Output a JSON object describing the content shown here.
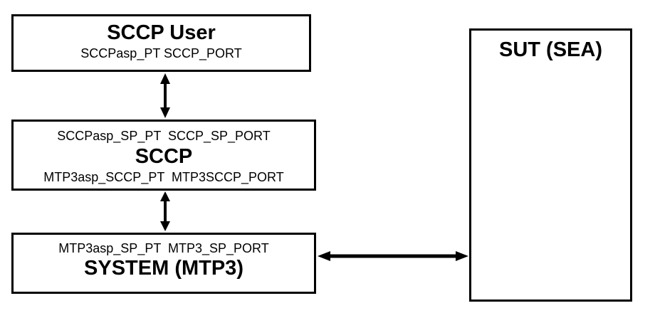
{
  "diagram": {
    "colors": {
      "ink": "#000000",
      "background": "#ffffff"
    },
    "boxes": {
      "sccp_user": {
        "title": "SCCP User",
        "ports": "SCCPasp_PT SCCP_PORT"
      },
      "sccp": {
        "top_ports": "SCCPasp_SP_PT  SCCP_SP_PORT",
        "title": "SCCP",
        "bottom_ports": "MTP3asp_SCCP_PT  MTP3SCCP_PORT"
      },
      "system_mtp3": {
        "ports": "MTP3asp_SP_PT  MTP3_SP_PORT",
        "title": "SYSTEM (MTP3)"
      },
      "sut": {
        "title": "SUT (SEA)"
      }
    },
    "connections": [
      {
        "from": "SCCP User",
        "to": "SCCP",
        "type": "bidirectional"
      },
      {
        "from": "SCCP",
        "to": "SYSTEM (MTP3)",
        "type": "bidirectional"
      },
      {
        "from": "SYSTEM (MTP3)",
        "to": "SUT (SEA)",
        "type": "bidirectional"
      }
    ]
  }
}
